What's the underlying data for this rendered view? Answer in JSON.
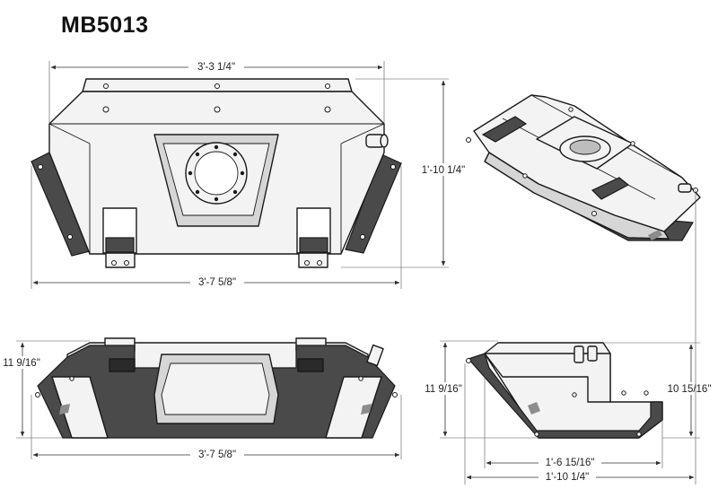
{
  "part_number": "MB5013",
  "dimensions": {
    "top_width": "3'-3 1/4\"",
    "top_height": "1'-10 1/4\"",
    "top_overall_width": "3'-7 5/8\"",
    "front_height": "11 9/16\"",
    "front_overall_width": "3'-7 5/8\"",
    "side_height_left": "11 9/16\"",
    "side_height_right": "10 15/16\"",
    "side_inner_length": "1'-6 15/16\"",
    "side_overall_length": "1'-10 1/4\""
  },
  "colors": {
    "tank_body": "#f3f3f3",
    "skid_plate": "#4a4a4a",
    "outline": "#1a1a1a"
  }
}
